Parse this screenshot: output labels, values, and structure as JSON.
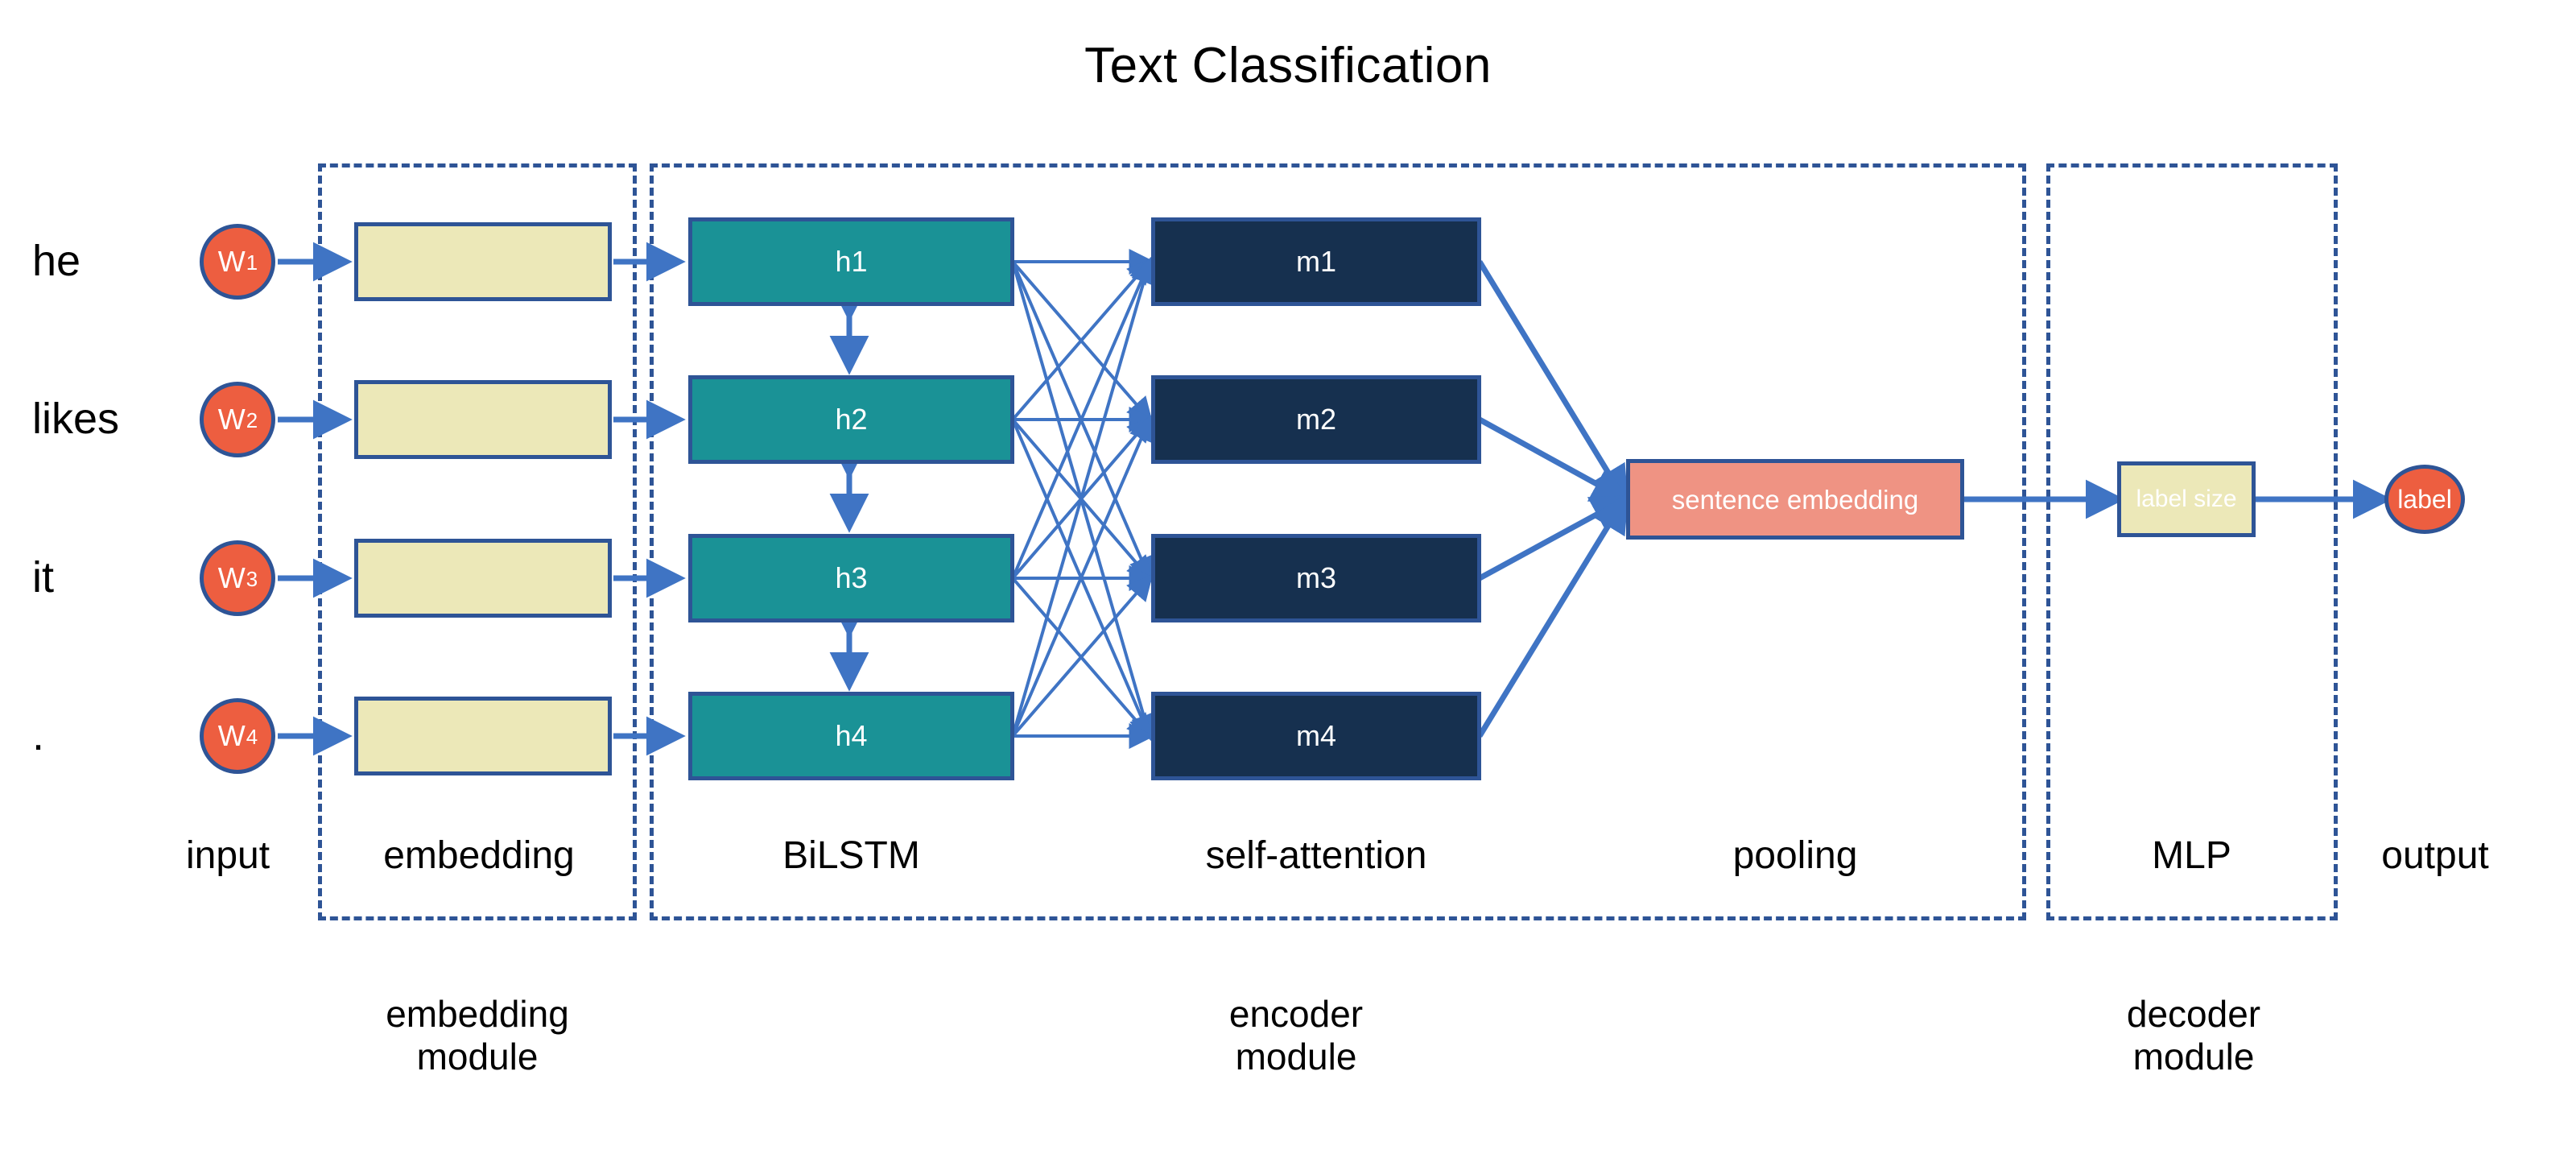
{
  "title": "Text Classification",
  "inputs": [
    {
      "word": "he",
      "token": "W",
      "index": "1"
    },
    {
      "word": "likes",
      "token": "W",
      "index": "2"
    },
    {
      "word": "it",
      "token": "W",
      "index": "3"
    },
    {
      "word": ".",
      "token": "W",
      "index": "4"
    }
  ],
  "embedding_boxes": [
    "",
    "",
    "",
    ""
  ],
  "lstm_boxes": [
    "h1",
    "h2",
    "h3",
    "h4"
  ],
  "attention_boxes": [
    "m1",
    "m2",
    "m3",
    "m4"
  ],
  "pooling_box": "sentence embedding",
  "mlp_box": "label size",
  "output_node": "label",
  "stage_labels": [
    "input",
    "embedding",
    "BiLSTM",
    "self-attention",
    "pooling",
    "MLP",
    "output"
  ],
  "module_captions": [
    "embedding\nmodule",
    "encoder\nmodule",
    "decoder\nmodule"
  ],
  "colors": {
    "frame_dashed": "#2e5496",
    "arrow": "#3f74c4",
    "box_border": "#2e5496",
    "embedding_fill": "#ece8b8",
    "lstm_fill": "#1a9296",
    "attention_fill": "#16304f",
    "pooling_fill": "#ef9383",
    "token_fill": "#ed5e40",
    "text_dark": "#000000",
    "text_light": "#ffffff",
    "background": "#ffffff"
  }
}
